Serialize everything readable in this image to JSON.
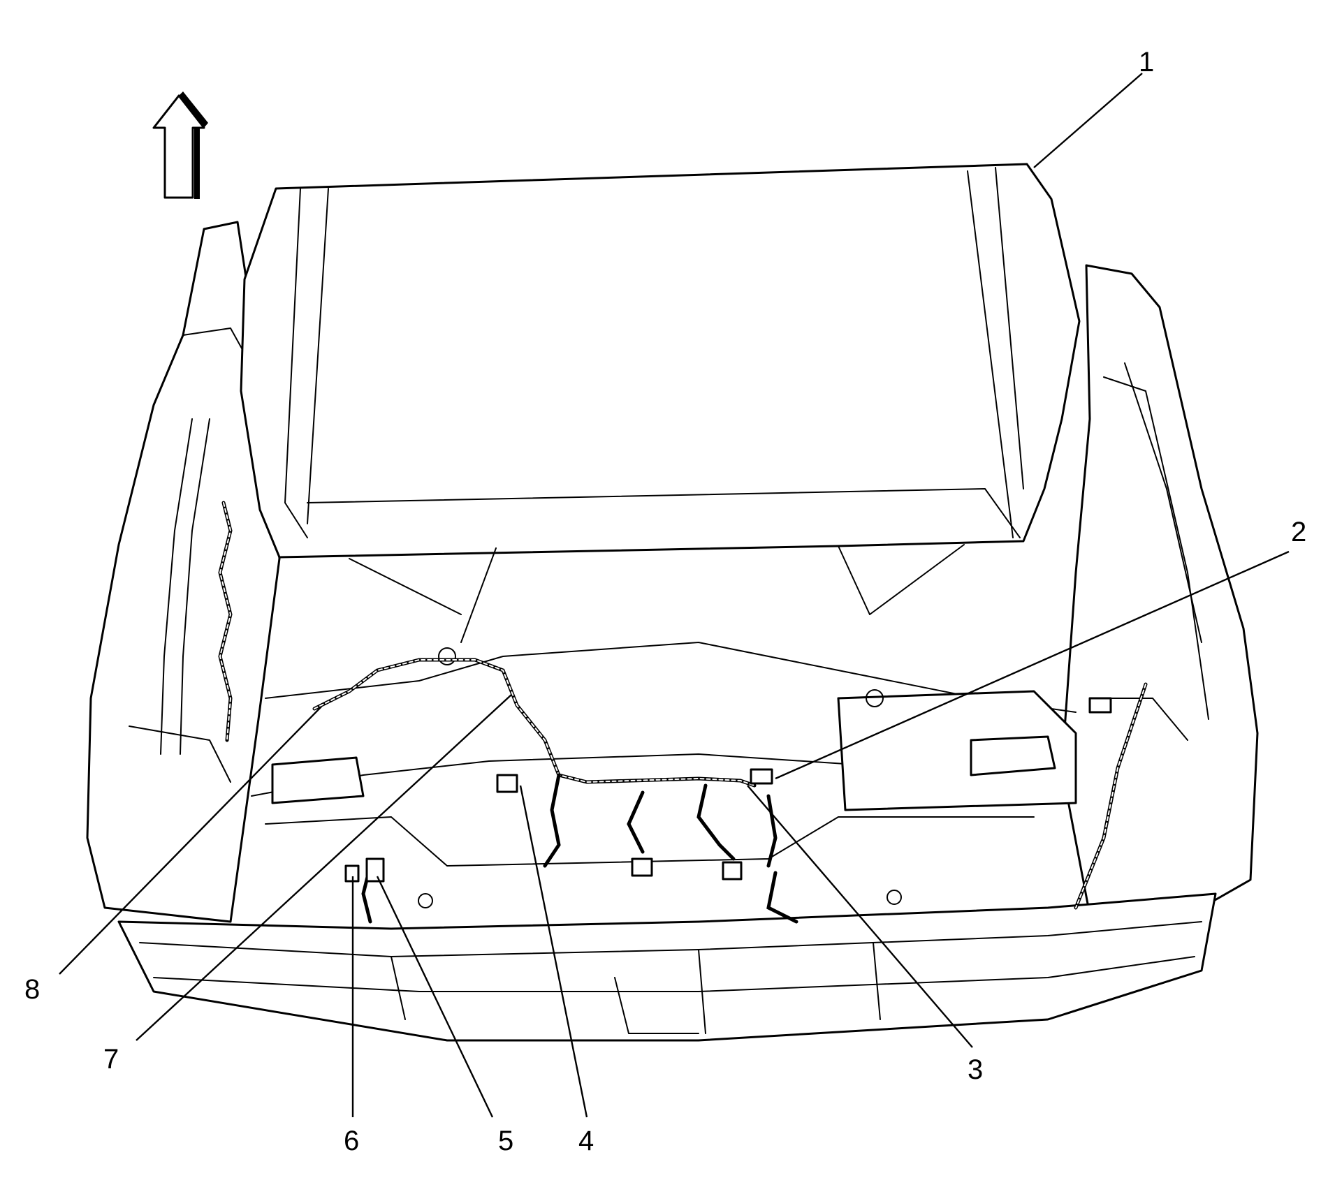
{
  "callouts": [
    {
      "id": "1",
      "text": "1"
    },
    {
      "id": "2",
      "text": "2"
    },
    {
      "id": "3",
      "text": "3"
    },
    {
      "id": "4",
      "text": "4"
    },
    {
      "id": "5",
      "text": "5"
    },
    {
      "id": "6",
      "text": "6"
    },
    {
      "id": "7",
      "text": "7"
    },
    {
      "id": "8",
      "text": "8"
    }
  ],
  "icons": {
    "orientation_arrow": "up-arrow-icon"
  }
}
